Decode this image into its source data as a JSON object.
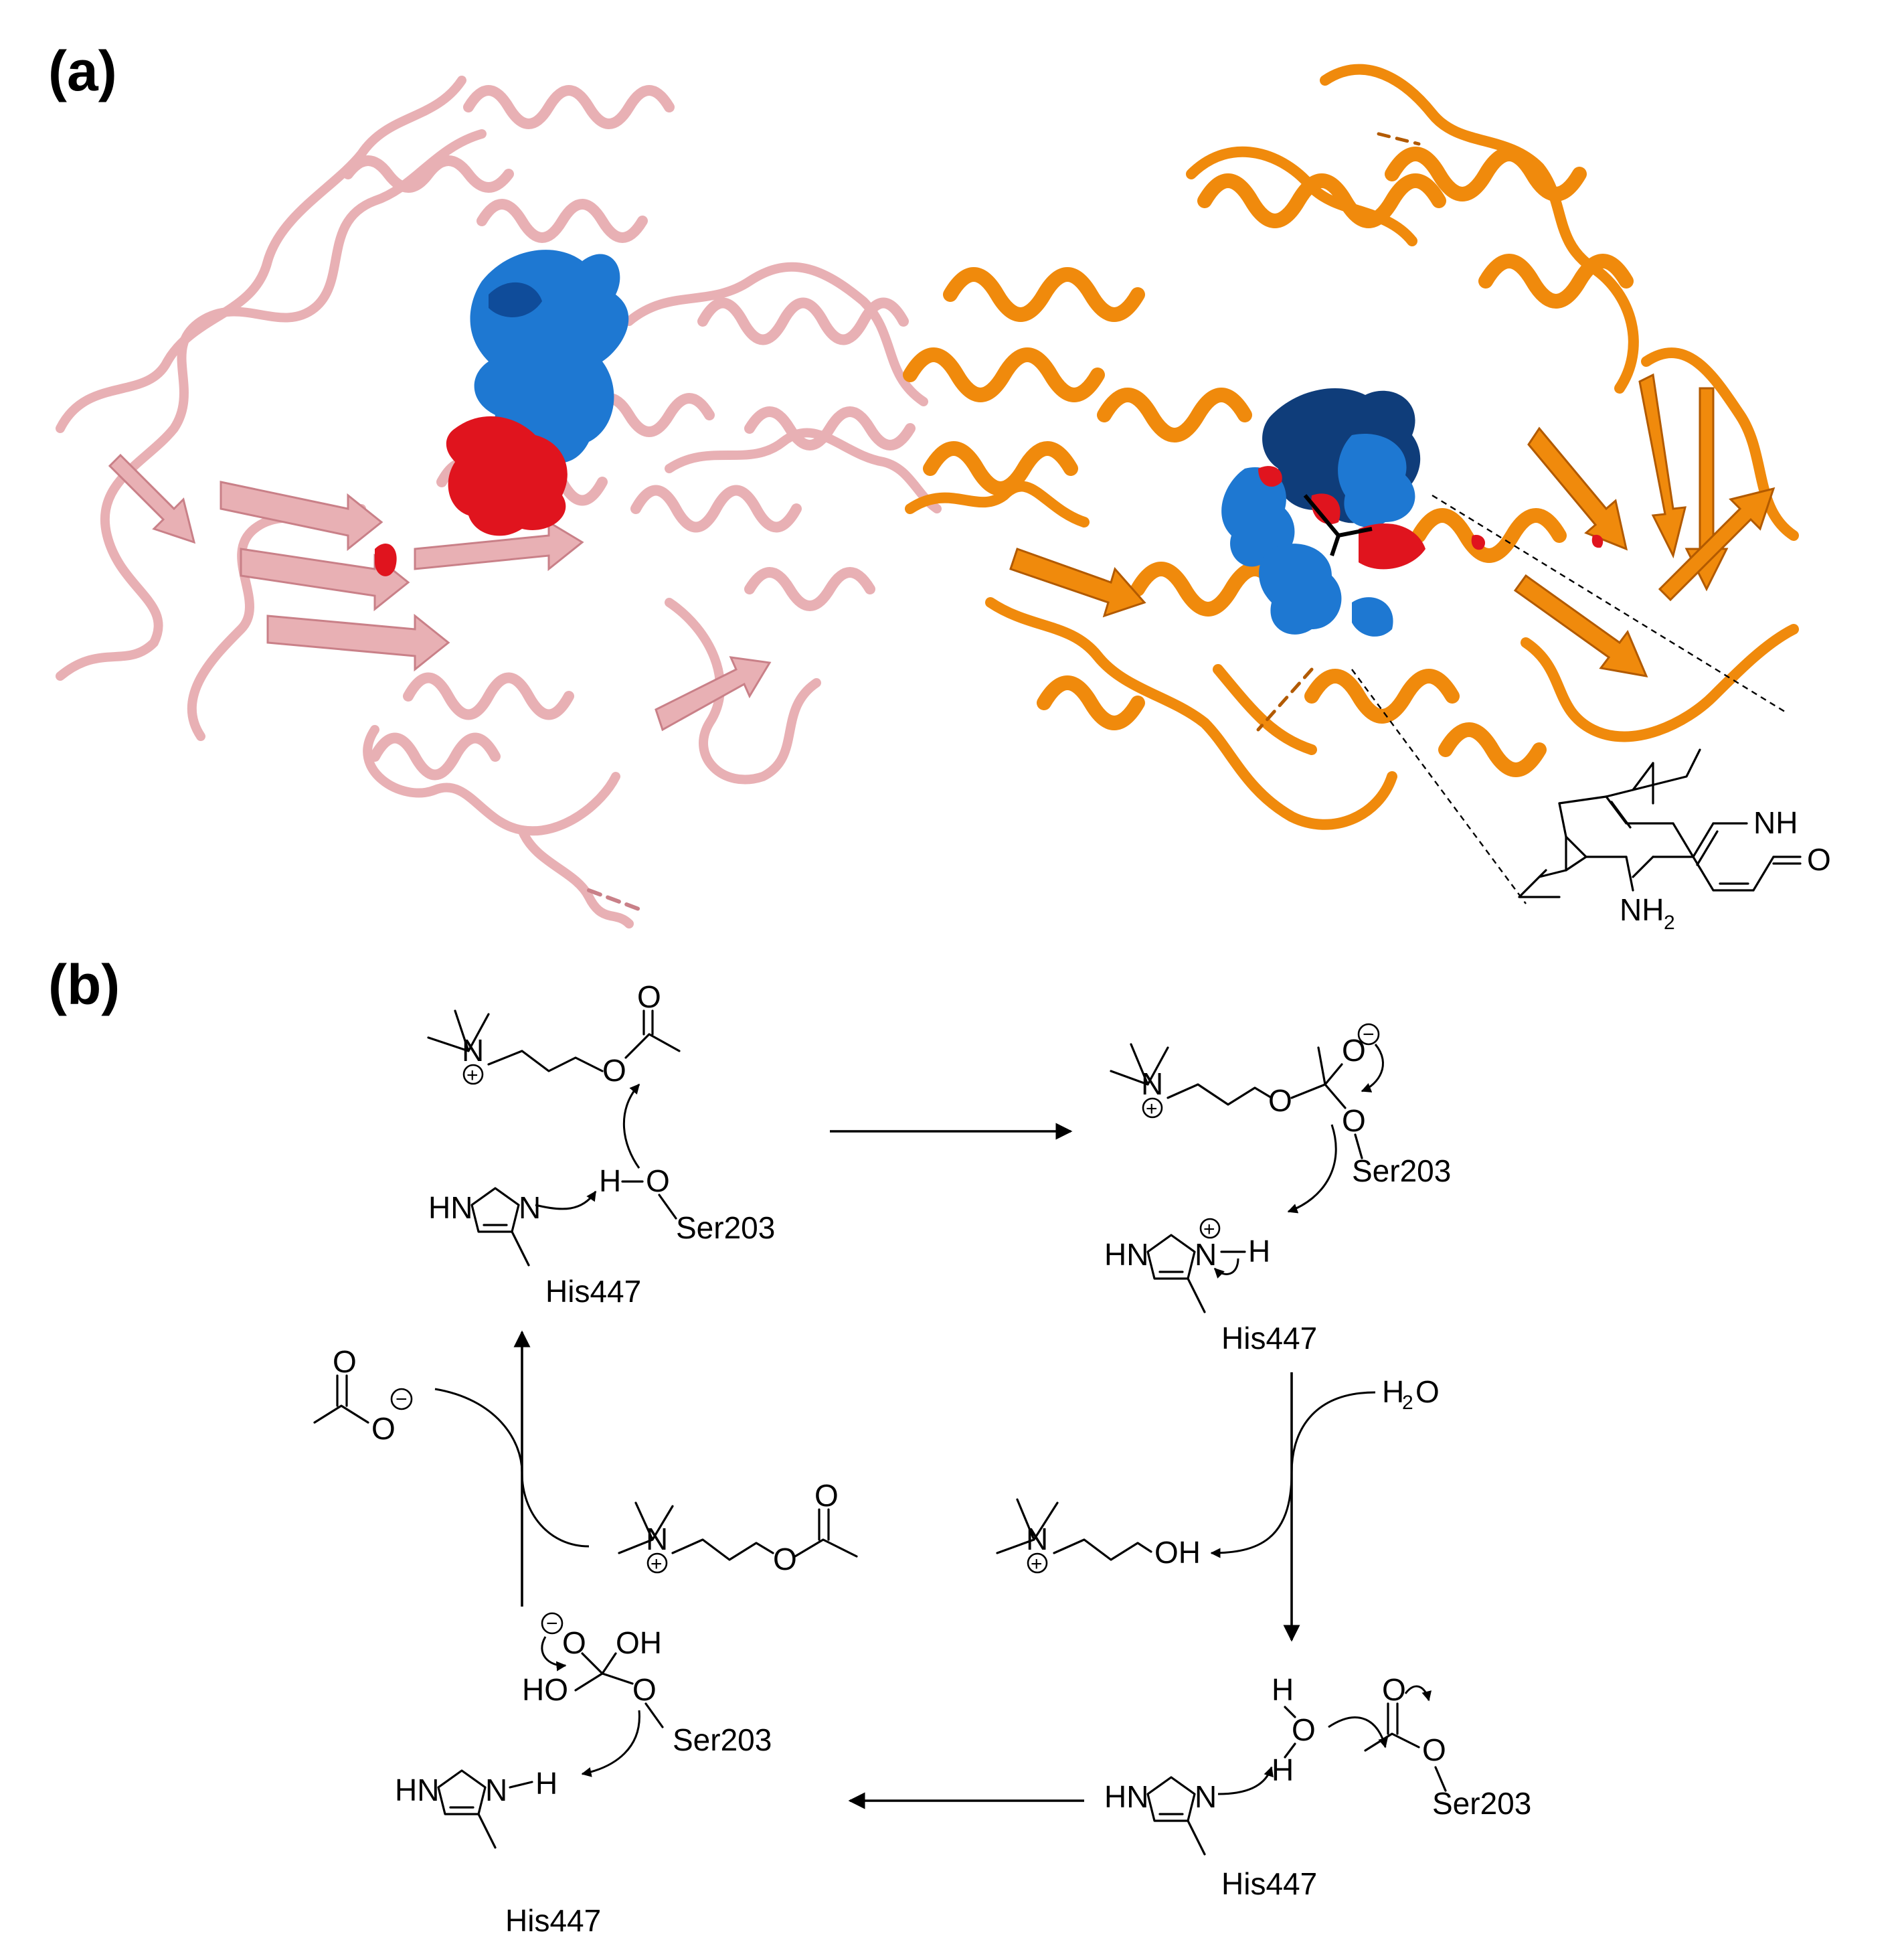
{
  "panels": {
    "a_label": "(a)",
    "b_label": "(b)"
  },
  "colors": {
    "protein_left": "#e8b0b4",
    "protein_right": "#f08a0c",
    "pocket_blue": "#1e78d2",
    "pocket_red": "#e0141e",
    "background": "#ffffff"
  },
  "ligand": {
    "nh": "NH",
    "o": "O",
    "nh2": "NH",
    "nh2_sub": "2"
  },
  "labels": {
    "o": "O",
    "n": "N",
    "h": "H",
    "hn": "HN",
    "ho": "HO",
    "oh": "OH",
    "h2o_h": "H",
    "h2o_sub": "2",
    "h2o_o": "O",
    "ser": "Ser203",
    "his": "His447",
    "plus": "+",
    "minus": "−"
  }
}
